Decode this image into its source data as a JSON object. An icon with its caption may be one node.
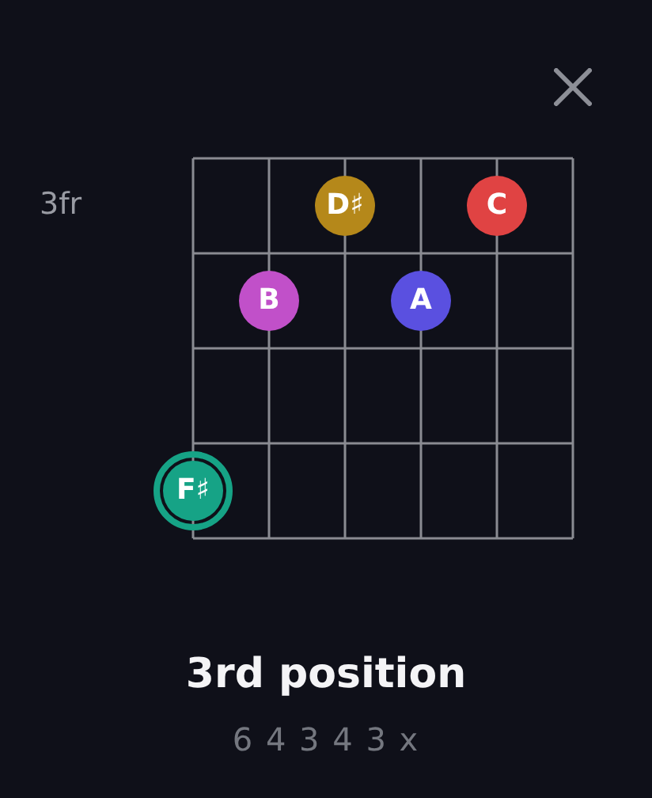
{
  "diagram": {
    "title": "3rd position",
    "nodes": [
      {
        "text": [
          "D♯"
        ]
      },
      {
        "text": [
          "C"
        ]
      },
      {
        "text": [
          "B"
        ]
      },
      {
        "text": [
          "A"
        ]
      },
      {
        "text": [
          "F♯"
        ]
      }
    ],
    "labels": [
      "3fr",
      "6 4 3 4 3 x"
    ]
  }
}
